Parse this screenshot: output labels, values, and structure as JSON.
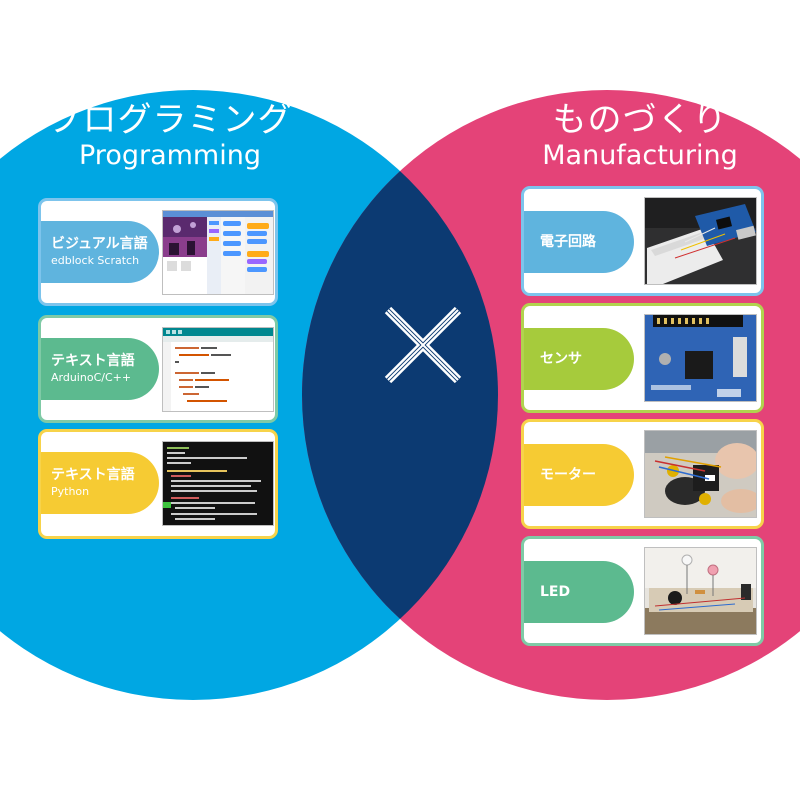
{
  "colors": {
    "programming_blue": "#00a7e3",
    "manufacturing_pink": "#e44378",
    "overlap_navy": "#0c3a72",
    "pill_blue": "#5fb4de",
    "pill_green": "#5cba8f",
    "pill_lime": "#a6cb3c",
    "pill_yellow": "#f6cb33"
  },
  "programming": {
    "title_jp": "プログラミング",
    "title_en": "Programming",
    "items": [
      {
        "label": "ビジュアル言語",
        "sublabel": "edblock Scratch",
        "thumb": "scratch-editor-screenshot"
      },
      {
        "label": "テキスト言語",
        "sublabel": "ArduinoC/C++",
        "thumb": "arduino-code-screenshot"
      },
      {
        "label": "テキスト言語",
        "sublabel": "Python",
        "thumb": "python-code-screenshot"
      }
    ]
  },
  "manufacturing": {
    "title_jp": "ものづくり",
    "title_en": "Manufacturing",
    "items": [
      {
        "label": "電子回路",
        "thumb": "breadboard-photo"
      },
      {
        "label": "センサ",
        "thumb": "arduino-board-photo"
      },
      {
        "label": "モーター",
        "thumb": "motor-build-photo"
      },
      {
        "label": "LED",
        "thumb": "led-circuit-photo"
      }
    ]
  },
  "center": {
    "icon": "multiply-cross-icon"
  }
}
